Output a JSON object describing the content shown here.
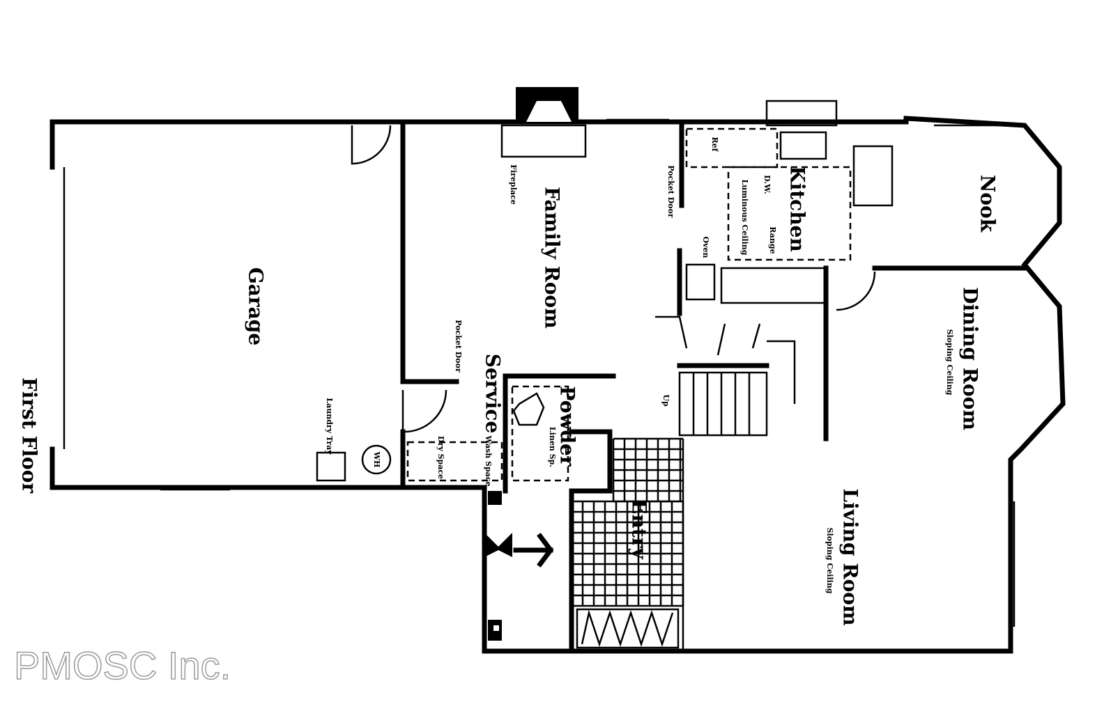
{
  "plan": {
    "title": "First Floor",
    "rooms": {
      "garage": "Garage",
      "family_room": "Family Room",
      "kitchen": "Kitchen",
      "nook": "Nook",
      "dining_room": "Dining Room",
      "living_room": "Living Room",
      "entry": "Entry",
      "powder": "Powder",
      "service": "Service"
    },
    "notes": {
      "fireplace": "Fireplace",
      "pocket_door_kitchen": "Pocket Door",
      "pocket_door_service": "Pocket Door",
      "ref": "Ref",
      "dw": "D.W.",
      "luminous_ceiling": "Luminous Ceiling",
      "range": "Range",
      "oven": "Oven",
      "dining_ceiling": "Sloping Ceiling",
      "living_ceiling": "Sloping Ceiling",
      "linen": "Linen Sp.",
      "wash_space": "Wash Space",
      "dry_space": "Dry Space",
      "laundry_tray": "Laundry Tray",
      "wh": "WH",
      "up": "Up"
    }
  },
  "watermark": "PMOSC Inc.",
  "colors": {
    "ink": "#000000",
    "watermark": "#9a9a9a"
  }
}
